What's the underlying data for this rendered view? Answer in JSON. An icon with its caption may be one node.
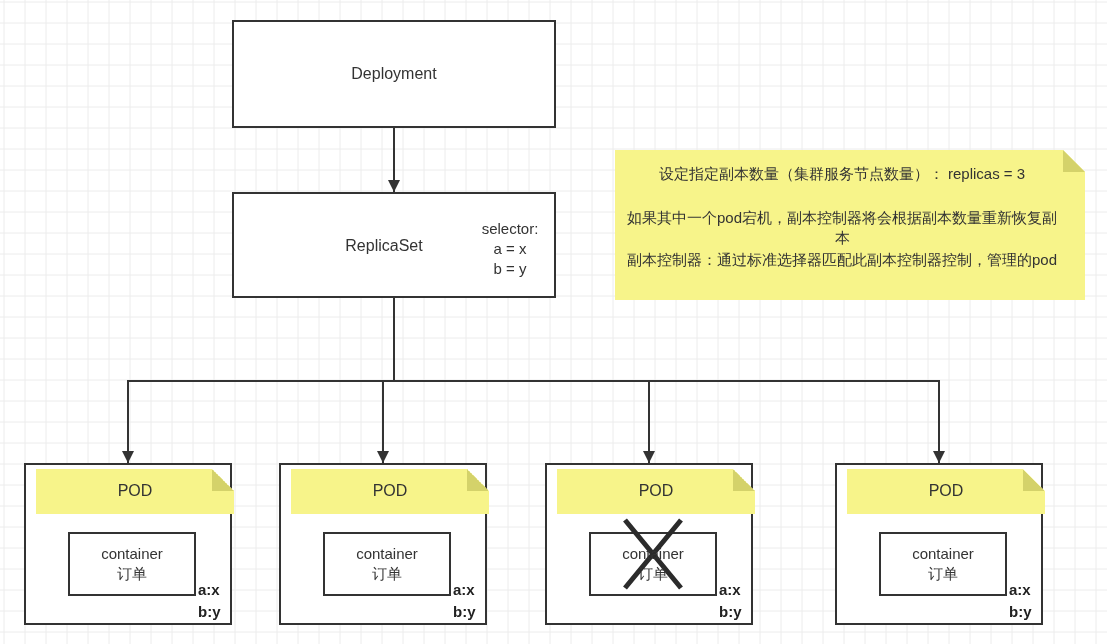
{
  "diagram": {
    "nodes": [
      {
        "text": [
          "Deployment"
        ]
      },
      {
        "text": [
          "ReplicaSet",
          "selector:",
          "a = x",
          "b = y"
        ]
      },
      {
        "text": [
          "设定指定副本数量（集群服务节点数量）： replicas = 3",
          "如果其中一个pod宕机，副本控制器将会根据副本数量重新恢复副本",
          "副本控制器：通过标准选择器匹配此副本控制器控制，管理的pod"
        ]
      },
      {
        "text": [
          "a:x b:y"
        ]
      },
      {
        "text": [
          "POD"
        ],
        "in": 3
      },
      {
        "text": [
          "container 订单"
        ],
        "in": 3
      },
      {
        "text": [
          "a:x b:y"
        ]
      },
      {
        "text": [
          "POD"
        ],
        "in": 6
      },
      {
        "text": [
          "container 订单"
        ],
        "in": 6
      },
      {
        "text": [
          "a:x b:y"
        ]
      },
      {
        "text": [
          "POD"
        ],
        "in": 9
      },
      {
        "text": [
          "container 订单"
        ],
        "in": 9
      },
      {
        "text": [
          "a:x b:y"
        ]
      },
      {
        "text": [
          "POD"
        ],
        "in": 12
      },
      {
        "text": [
          "container 订单"
        ],
        "in": 12
      }
    ],
    "edges": [
      {
        "from": 0,
        "to": 1,
        "arrow": "to"
      },
      {
        "from": 1,
        "to": 3,
        "arrow": "to"
      },
      {
        "from": 1,
        "to": 6,
        "arrow": "to"
      },
      {
        "from": 1,
        "to": 9,
        "arrow": "to"
      },
      {
        "from": 1,
        "to": 12,
        "arrow": "to"
      }
    ]
  }
}
